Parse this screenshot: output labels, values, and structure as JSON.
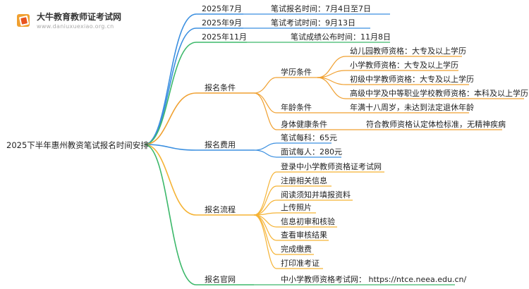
{
  "logo": {
    "title": "大牛教育教师证考试网",
    "subtitle": "www.daniuxuexiao.org.cn"
  },
  "root": "2025下半年惠州教资笔试报名时间安排",
  "timeline": [
    {
      "date": "2025年7月",
      "text": "笔试报名时间：7月4日至7日"
    },
    {
      "date": "2025年9月",
      "text": "笔试考试时间：9月13日"
    },
    {
      "date": "2025年11月",
      "text": "笔试成绩公布时间：11月8日"
    }
  ],
  "conditions": {
    "label": "报名条件",
    "education": {
      "label": "学历条件",
      "items": [
        "幼儿园教师资格：大专及以上学历",
        "小学教师资格：大专及以上学历",
        "初级中学教师资格：大专及以上学历",
        "高级中学及中等职业学校教师资格：本科及以上学历"
      ]
    },
    "age": {
      "label": "年龄条件",
      "text": "年满十八周岁，未达到法定退休年龄"
    },
    "health": {
      "label": "身体健康条件",
      "text": "符合教师资格认定体检标准，无精神疾病"
    }
  },
  "fees": {
    "label": "报名费用",
    "items": [
      "笔试每科：65元",
      "面试每人：280元"
    ]
  },
  "process": {
    "label": "报名流程",
    "items": [
      "登录中小学教师资格证考试网",
      "注册相关信息",
      "阅读须知并填报资料",
      "上传照片",
      "信息初审和核验",
      "查看审核结果",
      "完成缴费",
      "打印准考证"
    ]
  },
  "site": {
    "label": "报名官网",
    "text": "中小学教师资格考试网： https://ntce.neea.edu.cn/"
  },
  "colors": {
    "blue": "#3b8fe0",
    "green": "#3cb86a",
    "orange": "#f0a030",
    "yellow": "#f5b335"
  }
}
